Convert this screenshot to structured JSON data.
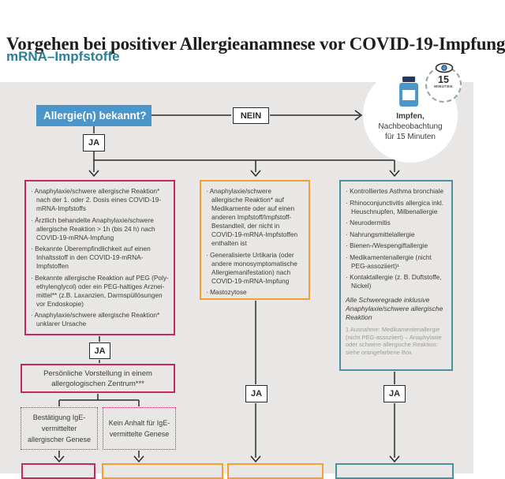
{
  "header": {
    "title": "Vorgehen bei positiver Allergieanamnese vor COVID-19-Impfung",
    "subtitle": "mRNA–Impfstoffe"
  },
  "colors": {
    "background_gray": "#e8e7e5",
    "accent_blue": "#4a96cb",
    "pink": "#c5295f",
    "orange": "#f0a12e",
    "teal": "#46939e",
    "subtitle_teal": "#2b7f95"
  },
  "flow": {
    "start_question": "Allergie(n) bekannt?",
    "nein_label": "NEIN",
    "ja_label": "JA",
    "vaccinate": {
      "line1": "Impfen,",
      "line2": "Nachbeobachtung",
      "line3": "für 15 Minuten"
    },
    "badge": {
      "number": "15",
      "unit": "MINUTEN"
    },
    "left_box": {
      "items": [
        "Anaphylaxie/schwere allergische Reaktion* nach der 1. oder 2. Dosis eines COVID-19-mRNA-Impfstoffs",
        "Ärztlich behandelte Anaphylaxie/schwere allergische Reaktion > 1h (bis 24 h) nach COVID-19-mRNA-Impfung",
        "Bekannte Überempfindlichkeit auf einen Inhalts­stoff in den COVID-19-mRNA-Impfstoffen",
        "Bekannte allergische Reaktion auf PEG (Poly­ethylenglycol) oder ein PEG-haltiges Arznei­mittel** (z.B. Laxanzien, Darmspüllösungen vor Endoskopie)",
        "Anaphylaxie/schwere allergische Reaktion* unklarer Ursache"
      ]
    },
    "middle_box": {
      "items": [
        "Anaphylaxie/schwere allergische Reaktion* auf Medikamente oder auf einen anderen Impfstoff/Impfstoff-Bestandteil, der nicht in COVID-19-mRNA-Impfstoffen enthalten ist",
        "Generalisierte Urtikaria (oder andere monosymptoma­tische Allergiemanifestation) nach COVID-19-mRNA-Impfung",
        "Mastozytose"
      ]
    },
    "right_box": {
      "items": [
        "Kontrolliertes Asthma bronchiale",
        "Rhinoconjunctivitis allergica inkl. Heuschnupfen, Milbenallergie",
        "Neurodermitis",
        "Nahrungsmittelallergie",
        "Bienen-/Wespengiftallergie",
        "Medikamentenallergie (nicht PEG-assoziiert)¹",
        "Kontaktallergie (z. B. Duftstoffe, Nickel)"
      ],
      "note_italic": "Alle Schweregrade inklusive Anaphylaxie/schwere allergische Reaktion",
      "footnote": "1 Ausnahme: Medikamentenallergie (nicht PEG-assoziiert) – Anaphylaxie oder schwere allergische Reaktion: siehe orangefarbene Box"
    },
    "referral_box": "Persönliche Vorstellung in einem allergologischen Zentrum***",
    "outcome_confirmed": "Bestätigung IgE-vermittelter allergischer Genese",
    "outcome_no_ige": "Kein Anhalt für IgE-vermittelte Genese"
  }
}
